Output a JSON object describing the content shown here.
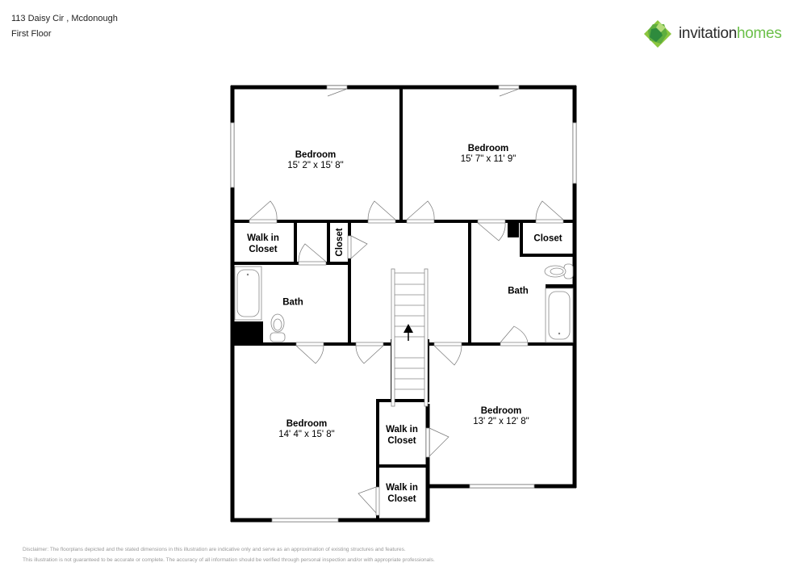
{
  "header": {
    "address": "113 Daisy Cir , Mcdonough",
    "floor": "First Floor"
  },
  "logo": {
    "icon": "invitation-homes-logo-icon",
    "text_primary": "invitation",
    "text_secondary": "homes",
    "colors": {
      "dark_green": "#2e8b3d",
      "light_green": "#8cc63f",
      "text": "#2a2a2a",
      "accent": "#6cc04a"
    }
  },
  "rooms": {
    "bedroom_top_left": {
      "name": "Bedroom",
      "dimensions": "15' 2\" x 15' 8\""
    },
    "bedroom_top_right": {
      "name": "Bedroom",
      "dimensions": "15' 7\" x 11' 9\""
    },
    "walk_in_closet_top_left": {
      "name_line1": "Walk in",
      "name_line2": "Closet"
    },
    "closet_center_left": {
      "name": "Closet"
    },
    "closet_right": {
      "name": "Closet"
    },
    "bath_left": {
      "name": "Bath"
    },
    "bath_right": {
      "name": "Bath"
    },
    "bedroom_bottom_left": {
      "name": "Bedroom",
      "dimensions": "14' 4\" x 15' 8\""
    },
    "bedroom_bottom_right": {
      "name": "Bedroom",
      "dimensions": "13' 2\" x 12' 8\""
    },
    "walk_in_closet_mid": {
      "name_line1": "Walk in",
      "name_line2": "Closet"
    },
    "walk_in_closet_bottom": {
      "name_line1": "Walk in",
      "name_line2": "Closet"
    }
  },
  "disclaimer": {
    "line1": "Disclaimer: The floorplans depicted and the stated dimensions in this illustration are indicative only and serve as an approximation of existing structures and features.",
    "line2": "This illustration is not guaranteed to be accurate or complete. The accuracy of all information should be verified through personal inspection and/or with appropriate professionals."
  }
}
